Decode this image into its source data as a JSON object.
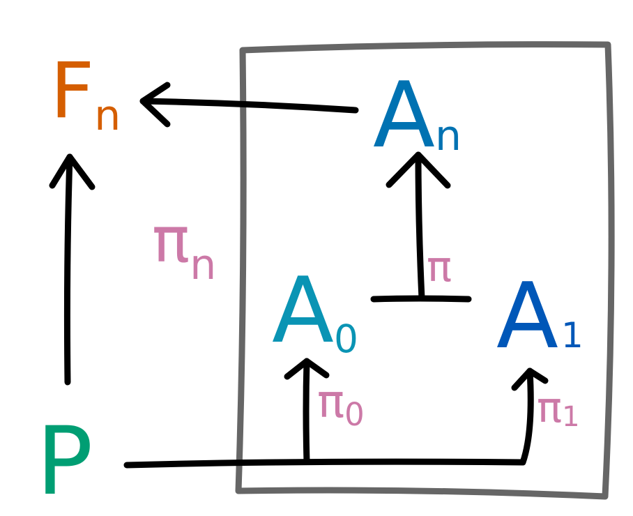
{
  "colors": {
    "F": "#d55e00",
    "An": "#0072b2",
    "A0": "#0a94b4",
    "A1": "#0057b8",
    "pi": "#cc79a7",
    "P": "#009e73",
    "box": "#666666",
    "arrow": "#000000"
  },
  "nodes": {
    "F": {
      "main": "F",
      "sub": "n"
    },
    "An": {
      "main": "A",
      "sub": "n"
    },
    "A0": {
      "main": "A",
      "sub": "0"
    },
    "A1": {
      "main": "A",
      "sub": "1"
    },
    "P": {
      "main": "P"
    }
  },
  "edges": {
    "pi_n": {
      "main": "π",
      "sub": "n"
    },
    "pi": {
      "main": "π"
    },
    "pi_0": {
      "main": "π",
      "sub": "0"
    },
    "pi_1": {
      "main": "π",
      "sub": "1"
    }
  }
}
